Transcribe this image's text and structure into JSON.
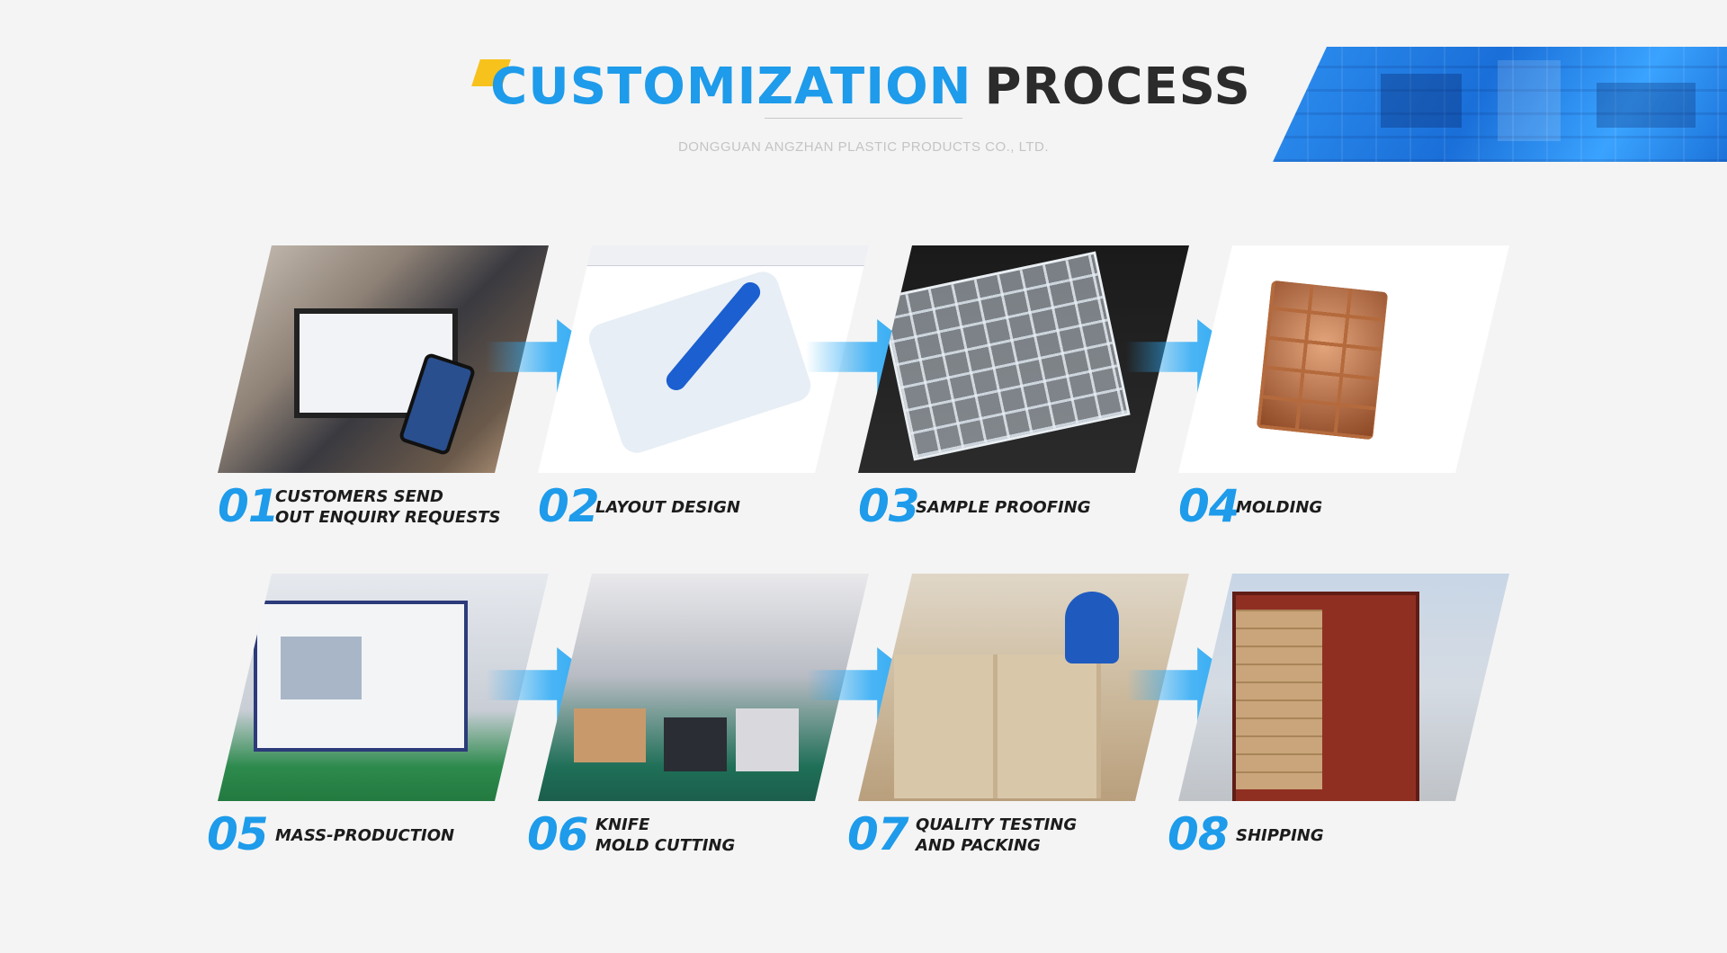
{
  "header": {
    "title_accent": "CUSTOMIZATION",
    "title_main": "PROCESS",
    "subtitle": "DONGGUAN ANGZHAN PLASTIC PRODUCTS CO., LTD."
  },
  "steps": [
    {
      "number": "01",
      "label_line1": "CUSTOMERS SEND",
      "label_line2": "OUT ENQUIRY REQUESTS"
    },
    {
      "number": "02",
      "label_line1": "LAYOUT DESIGN",
      "label_line2": ""
    },
    {
      "number": "03",
      "label_line1": "SAMPLE PROOFING",
      "label_line2": ""
    },
    {
      "number": "04",
      "label_line1": "MOLDING",
      "label_line2": ""
    },
    {
      "number": "05",
      "label_line1": "MASS-PRODUCTION",
      "label_line2": ""
    },
    {
      "number": "06",
      "label_line1": "KNIFE",
      "label_line2": "MOLD CUTTING"
    },
    {
      "number": "07",
      "label_line1": "QUALITY TESTING",
      "label_line2": "AND PACKING"
    },
    {
      "number": "08",
      "label_line1": "SHIPPING",
      "label_line2": ""
    }
  ],
  "colors": {
    "accent_blue": "#1e9bea",
    "accent_yellow": "#f7c21b",
    "text_dark": "#2b2b2b",
    "arrow_blue": "#27a6f3"
  }
}
